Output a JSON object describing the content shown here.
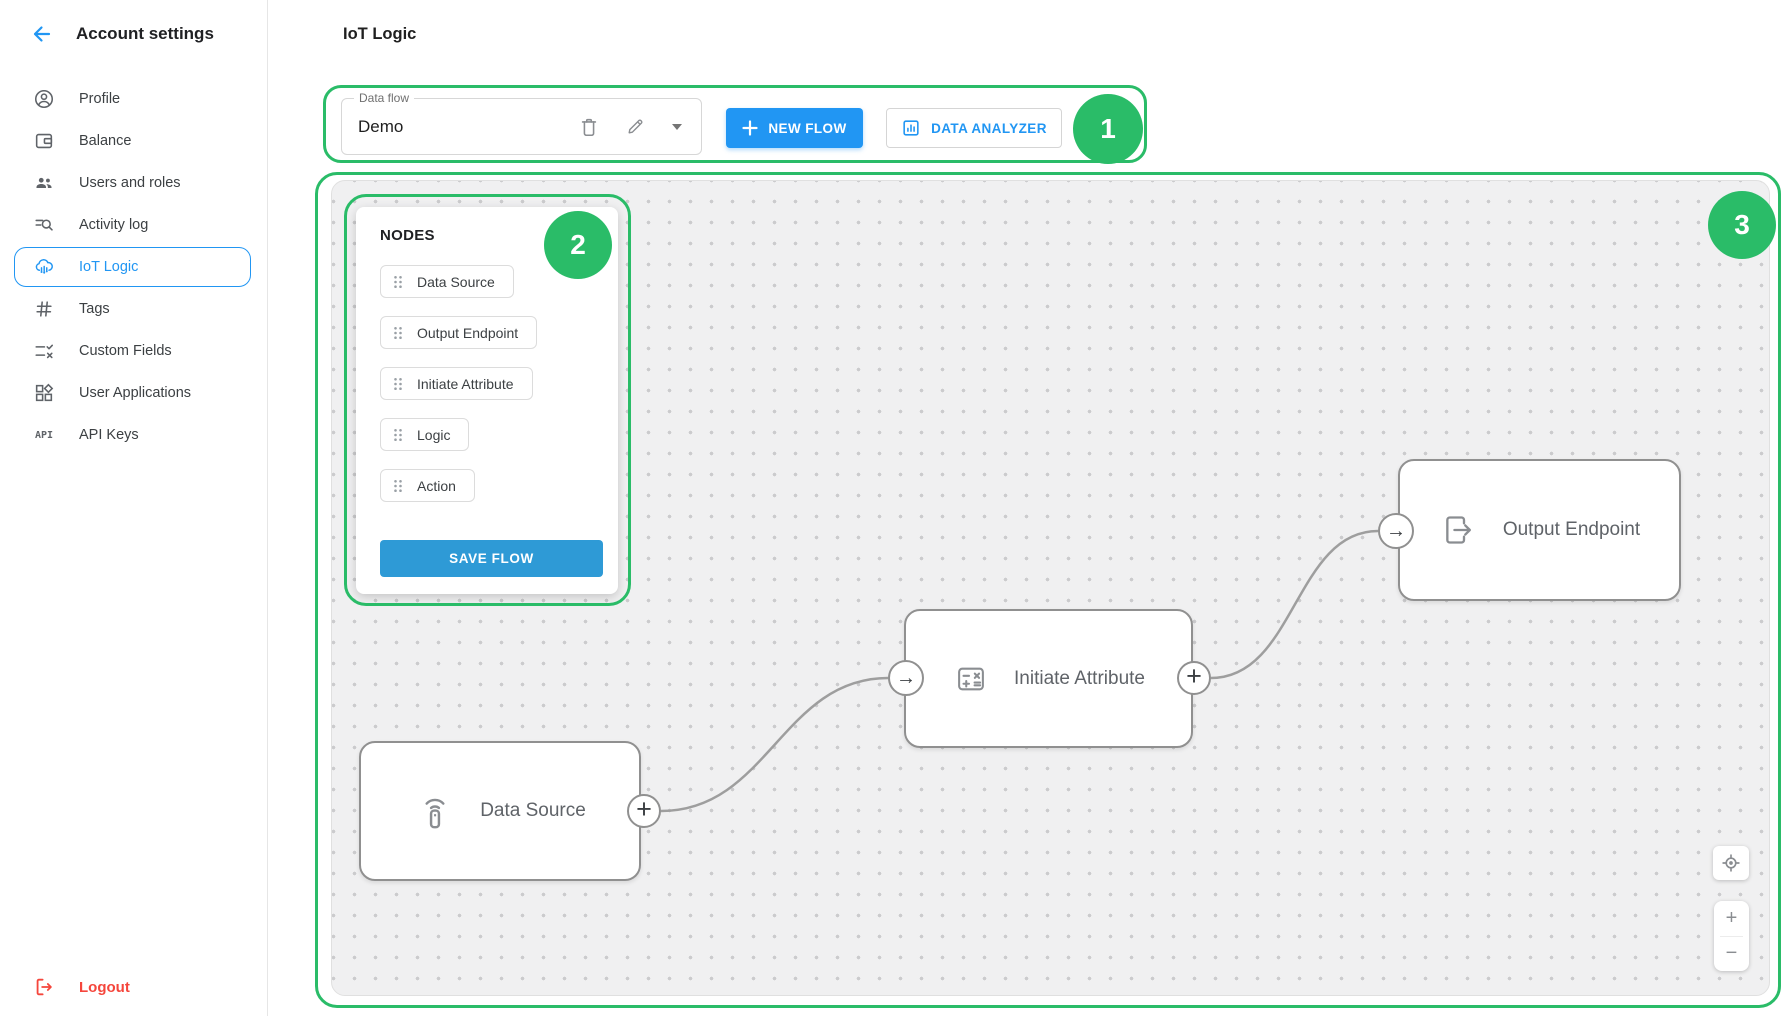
{
  "sidebar": {
    "title": "Account settings",
    "items": [
      {
        "label": "Profile",
        "icon": "profile-icon"
      },
      {
        "label": "Balance",
        "icon": "wallet-icon"
      },
      {
        "label": "Users and roles",
        "icon": "users-icon"
      },
      {
        "label": "Activity log",
        "icon": "activity-log-icon"
      },
      {
        "label": "IoT Logic",
        "icon": "iot-cloud-icon",
        "active": true
      },
      {
        "label": "Tags",
        "icon": "hash-icon"
      },
      {
        "label": "Custom Fields",
        "icon": "rule-icon"
      },
      {
        "label": "User Applications",
        "icon": "widgets-icon"
      },
      {
        "label": "API Keys",
        "icon": "api-text-icon",
        "icon_glyph": "API"
      }
    ],
    "logout_label": "Logout"
  },
  "header": {
    "page_title": "IoT Logic"
  },
  "toolbar": {
    "data_flow_label": "Data flow",
    "data_flow_value": "Demo",
    "new_flow_label": "NEW FLOW",
    "data_analyzer_label": "DATA ANALYZER"
  },
  "nodes_panel": {
    "title": "NODES",
    "items": [
      "Data Source",
      "Output Endpoint",
      "Initiate Attribute",
      "Logic",
      "Action"
    ],
    "save_label": "SAVE FLOW"
  },
  "flow": {
    "nodes": [
      {
        "label": "Data Source",
        "icon": "device-signal-icon"
      },
      {
        "label": "Initiate Attribute",
        "icon": "calculator-icon"
      },
      {
        "label": "Output Endpoint",
        "icon": "export-icon"
      }
    ]
  },
  "connectors": {
    "plus": "+",
    "arrow": "→"
  },
  "zoom_controls": {
    "zoom_in": "+",
    "zoom_out": "−"
  },
  "annotations": {
    "one": "1",
    "two": "2",
    "three": "3"
  },
  "colors": {
    "accent_blue": "#2196f3",
    "annotation_green": "#2abc68",
    "logout_red": "#f5463c",
    "save_blue": "#2e9ad6"
  }
}
